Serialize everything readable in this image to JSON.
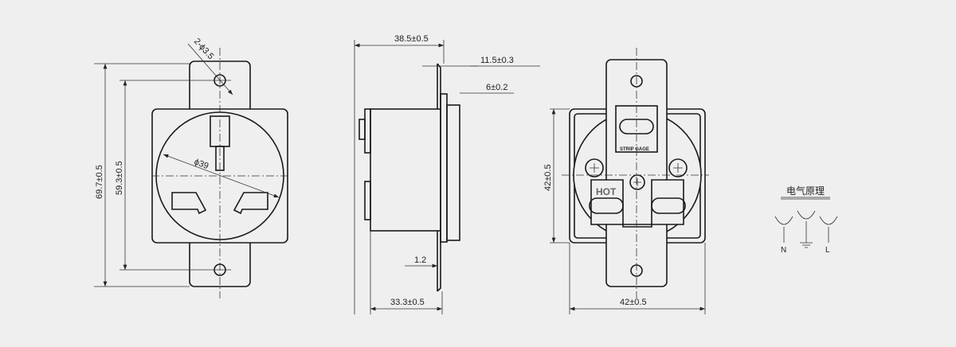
{
  "front_view": {
    "hole_spec": "2-ϕ3.5",
    "diameter": "ϕ39",
    "overall_height": "69.7±0.5",
    "hole_spacing": "59.3±0.5"
  },
  "side_view": {
    "overall_depth": "38.5±0.5",
    "flange_offset": "11.5±0.3",
    "flange_thickness": "6±0.2",
    "bracket_thickness": "1.2",
    "body_depth": "33.3±0.5"
  },
  "back_view": {
    "height": "42±0.5",
    "width": "42±0.5",
    "strip_gage_label": "STRIP  GAGE",
    "hot_label": "HOT"
  },
  "schematic": {
    "title": "电气原理",
    "terminals": [
      "N",
      "L"
    ]
  }
}
